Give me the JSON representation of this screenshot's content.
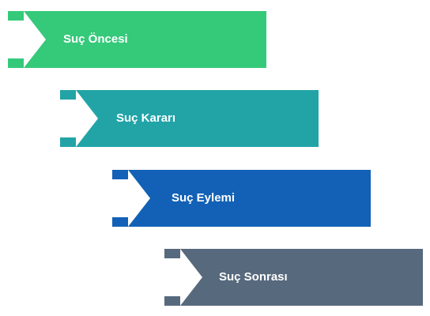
{
  "steps": [
    {
      "label": "Suç Öncesi",
      "color": "#35c97a",
      "icon": "arrow-right-icon"
    },
    {
      "label": "Suç Kararı",
      "color": "#22a4a7",
      "icon": "arrow-right-icon"
    },
    {
      "label": "Suç Eylemi",
      "color": "#1261b6",
      "icon": "arrow-right-icon"
    },
    {
      "label": "Suç Sonrası",
      "color": "#57697d",
      "icon": "arrow-right-icon"
    }
  ]
}
